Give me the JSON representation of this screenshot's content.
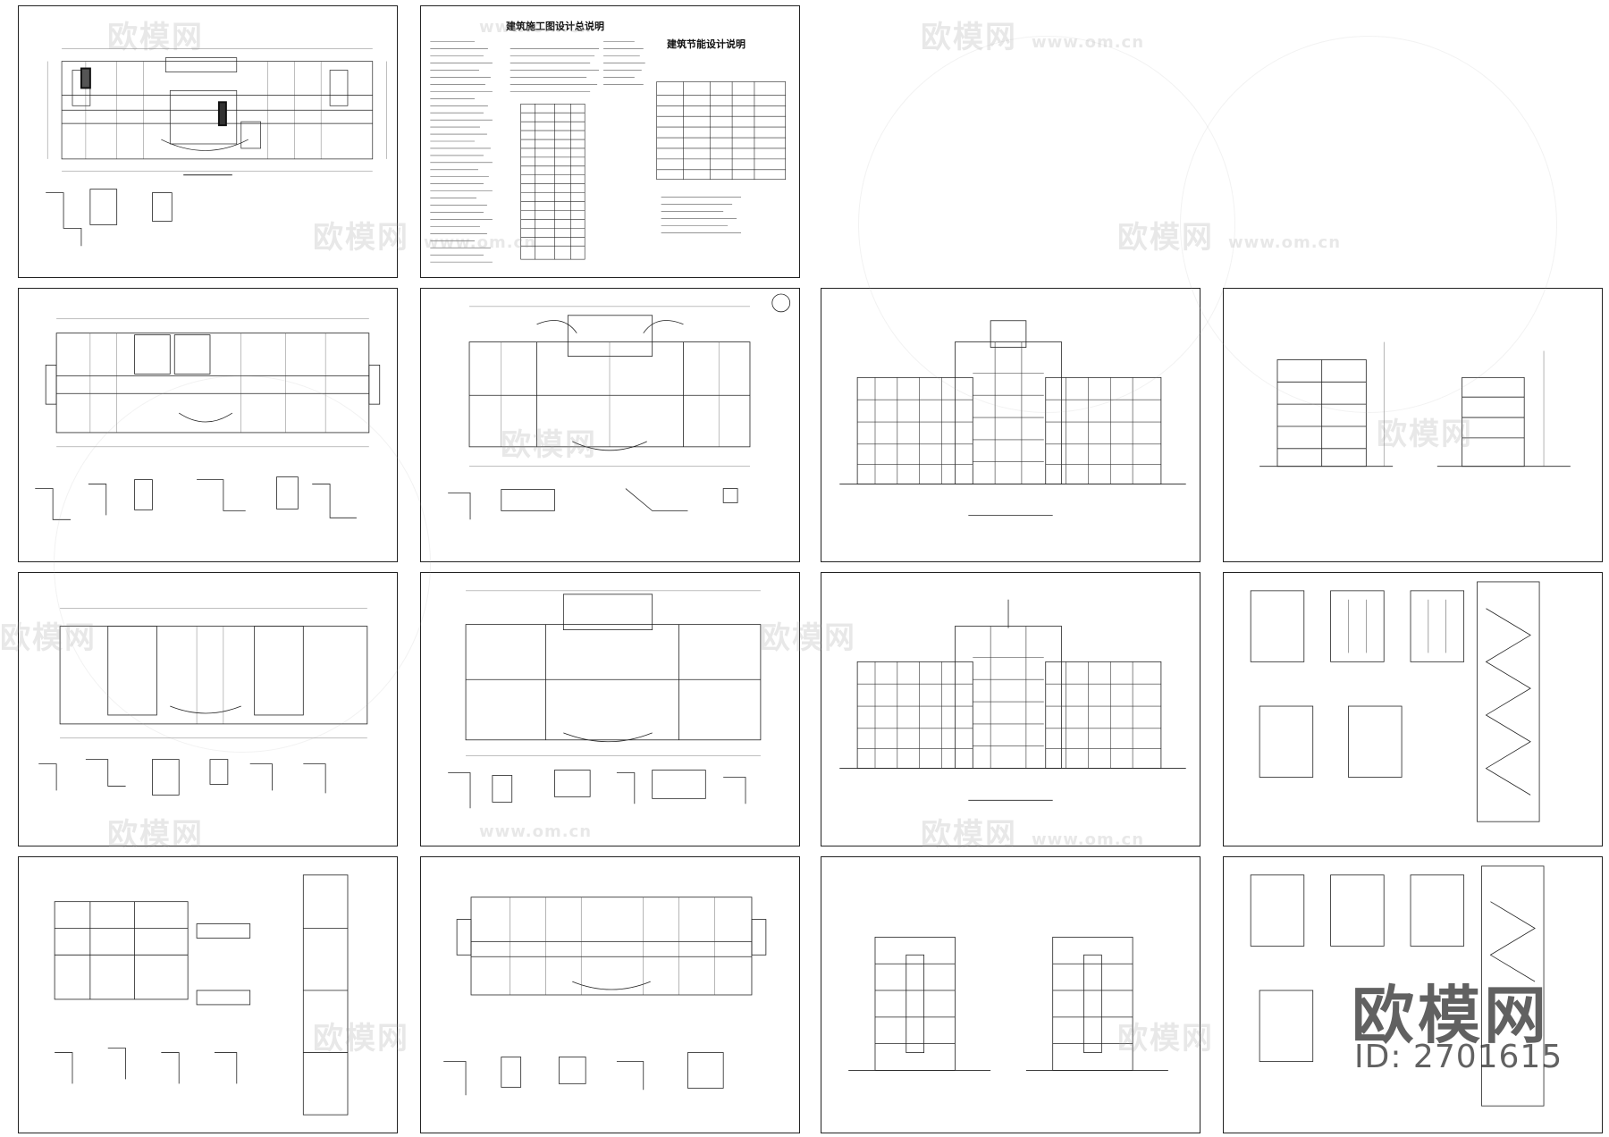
{
  "watermark": {
    "brand": "欧模网",
    "url": "www.om.cn"
  },
  "design_notes_title": "建筑施工图设计总说明",
  "energy_notes_title": "建筑节能设计说明",
  "logo": {
    "text": "欧模网",
    "id_text": "ID: 2701615"
  }
}
